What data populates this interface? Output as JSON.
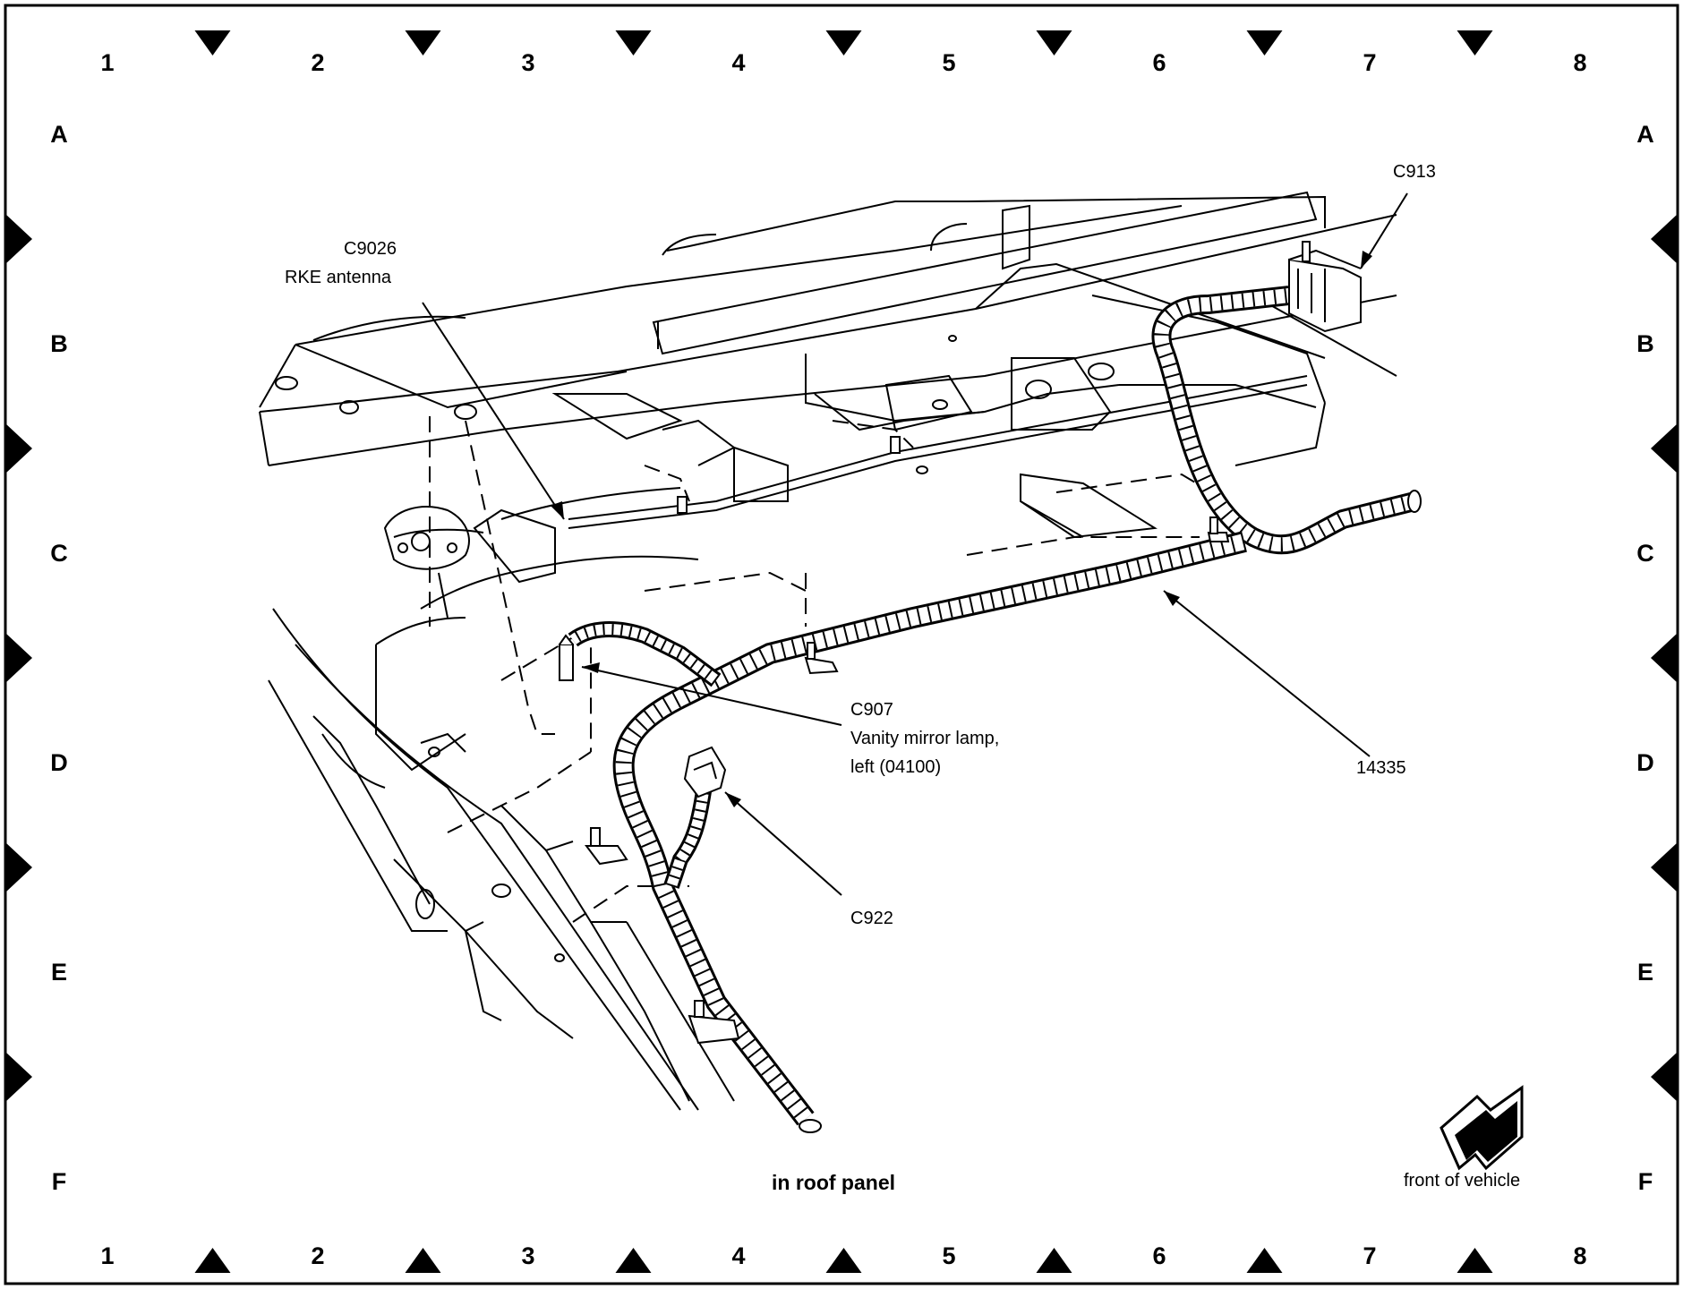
{
  "grid": {
    "columns": [
      "1",
      "2",
      "3",
      "4",
      "5",
      "6",
      "7",
      "8"
    ],
    "rows": [
      "A",
      "B",
      "C",
      "D",
      "E",
      "F"
    ]
  },
  "callouts": {
    "c913": "C913",
    "c9026": {
      "code": "C9026",
      "desc": "RKE antenna"
    },
    "c907": {
      "code": "C907",
      "desc1": "Vanity mirror lamp,",
      "desc2": "left (04100)"
    },
    "harness": "14335",
    "c922": "C922"
  },
  "caption": "in roof panel",
  "direction": {
    "label": "front of vehicle"
  }
}
